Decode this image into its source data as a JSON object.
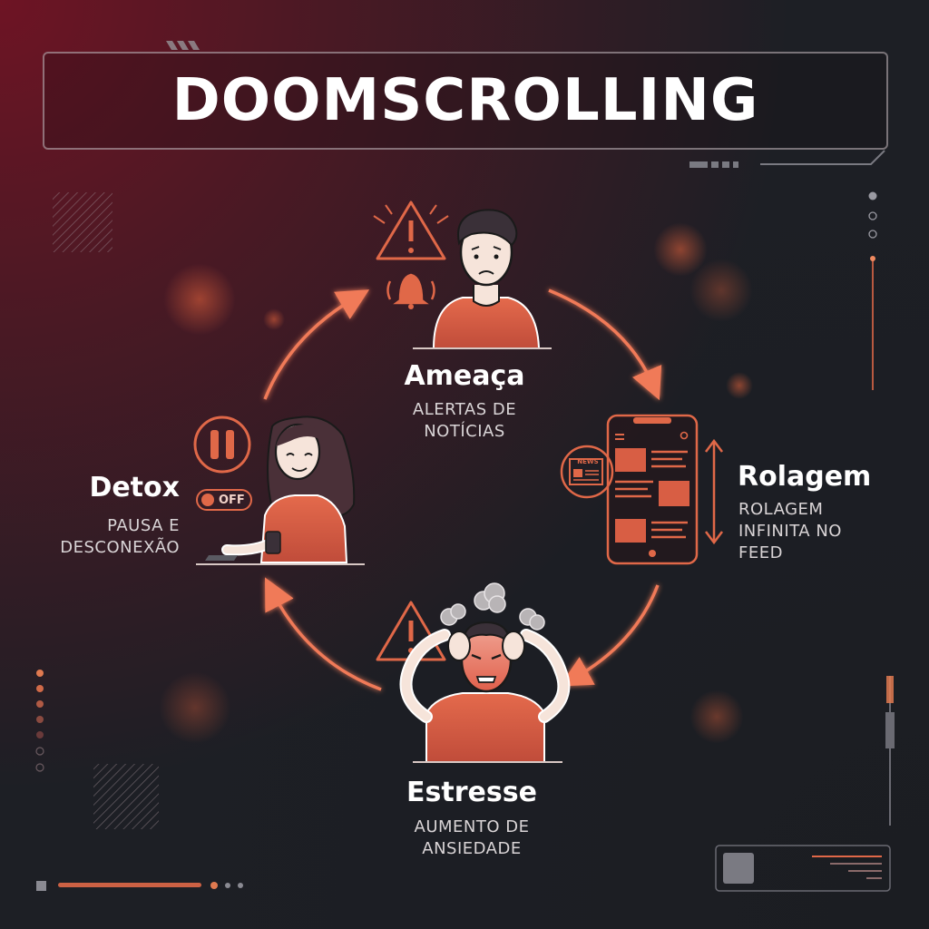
{
  "title": "DOOMSCROLLING",
  "stages": {
    "ameaca": {
      "title": "Ameaça",
      "desc": "ALERTAS DE NOTÍCIAS"
    },
    "rolagem": {
      "title": "Rolagem",
      "desc": "ROLAGEM INFINITA NO FEED"
    },
    "estresse": {
      "title": "Estresse",
      "desc": "AUMENTO DE ANSIEDADE"
    },
    "detox": {
      "title": "Detox",
      "desc": "PAUSA E DESCONEXÃO"
    }
  },
  "labels": {
    "news_badge": "NEWS",
    "toggle_off": "OFF"
  },
  "colors": {
    "accent": "#e06848",
    "accent_dark": "#c44e3a",
    "background_dark": "#1d1f25",
    "background_red": "#6e1424"
  },
  "icons": [
    "warning-icon",
    "bell-icon",
    "news-icon",
    "scroll-arrows-icon",
    "pause-icon",
    "toggle-off-icon",
    "steam-cloud-icon"
  ]
}
